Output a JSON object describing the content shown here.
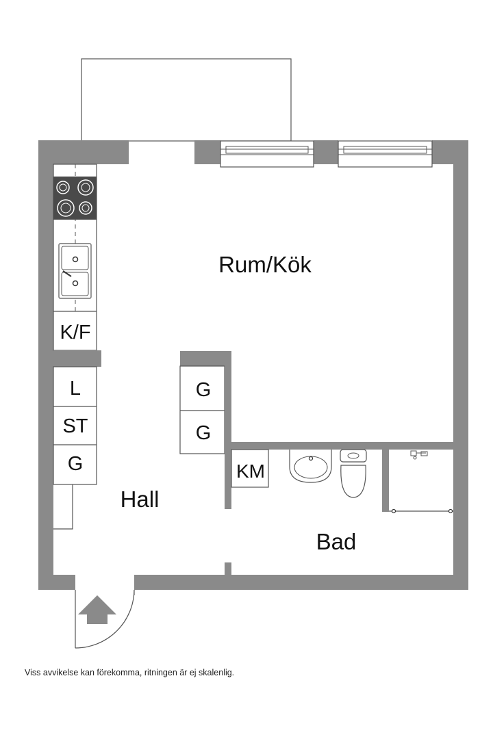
{
  "rooms": {
    "living_kitchen": "Rum/Kök",
    "hall": "Hall",
    "bath": "Bad"
  },
  "fixtures": {
    "fridge_freezer": "K/F",
    "closet_l": "L",
    "closet_st": "ST",
    "closet_g_left": "G",
    "closet_g_mid_top": "G",
    "closet_g_mid_bottom": "G",
    "washing_machine": "KM"
  },
  "disclaimer": "Viss avvikelse kan förekomma, ritningen är ej skalenlig.",
  "colors": {
    "wall": "#8a8a8a",
    "stove": "#4a4a4a",
    "line": "#555555",
    "entrance_arrow": "#8a8a8a"
  }
}
